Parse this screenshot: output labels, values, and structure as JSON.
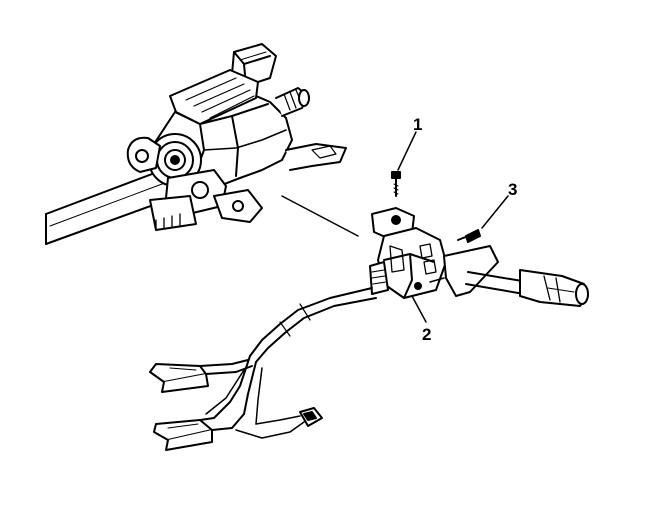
{
  "diagram": {
    "callouts": {
      "one": "1",
      "two": "2",
      "three": "3"
    },
    "parts": {
      "steering_column": "steering-column-icon",
      "multifunction_switch": "multifunction-switch-icon",
      "screw_top": "screw-icon",
      "screw_side": "screw-icon",
      "turn_signal_lever": "turn-signal-lever-icon",
      "wiring_harness": "wiring-harness-icon"
    },
    "colors": {
      "ink": "#000000",
      "paper": "#ffffff"
    }
  }
}
